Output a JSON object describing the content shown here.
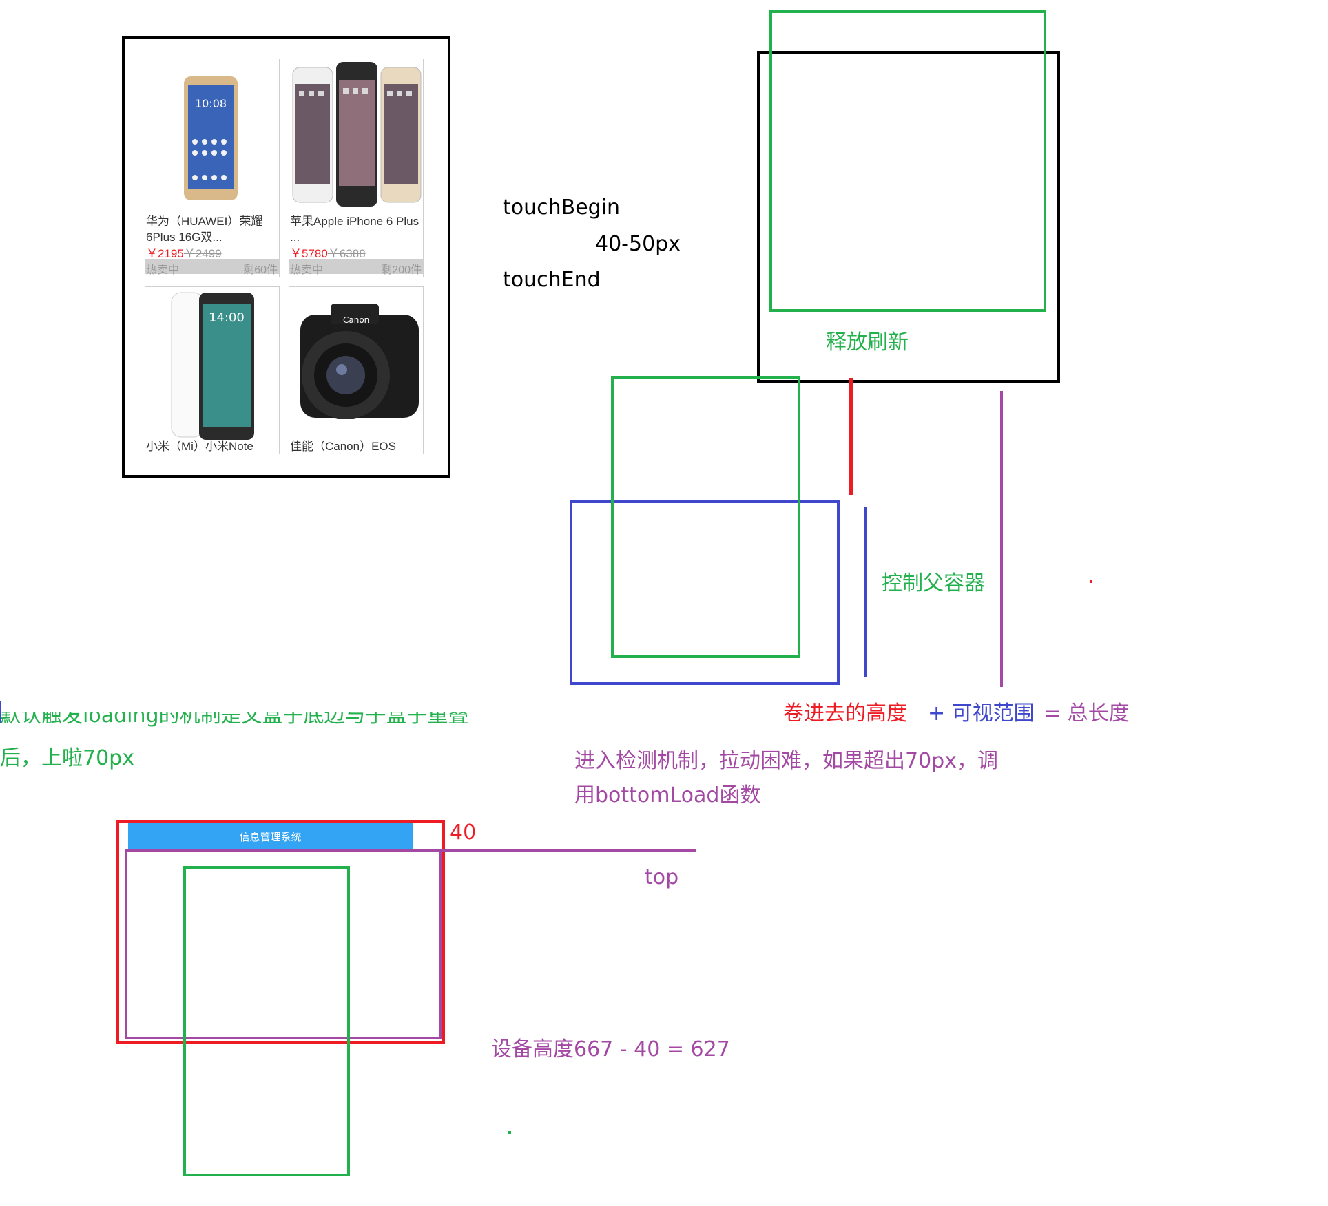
{
  "phone": {
    "products": [
      {
        "name": "华为（HUAWEI）荣耀6Plus 16G双...",
        "price": "￥2195",
        "old_price": "￥2499",
        "status": "热卖中",
        "stock": "剩60件"
      },
      {
        "name": "苹果Apple iPhone 6 Plus ...",
        "price": "￥5780",
        "old_price": "￥6388",
        "status": "热卖中",
        "stock": "剩200件"
      },
      {
        "name": "小米（Mi）小米Note",
        "price": "",
        "old_price": "",
        "status": "",
        "stock": ""
      },
      {
        "name": "佳能（Canon）EOS",
        "price": "",
        "old_price": "",
        "status": "",
        "stock": ""
      }
    ]
  },
  "labels": {
    "touch_begin": "touchBegin",
    "threshold": "40-50px",
    "touch_end": "touchEnd",
    "release_refresh": "释放刷新",
    "control_parent": "控制父容器",
    "scrolled_height": "卷进去的高度",
    "plus_visible": "+ 可视范围",
    "equals_total": "= 总长度",
    "loading_note_line1": "默认触发loading的机制是父盒子底边与子盒子重叠",
    "loading_note_line2": "后，上啦70px",
    "detect_line1": "进入检测机制，拉动困难，如果超出70px，调",
    "detect_line2": "用bottomLoad函数",
    "header_height": "40",
    "top": "top",
    "device_height": "设备高度667 - 40 = 627",
    "app_header": "信息管理系统"
  },
  "colors": {
    "green": "#22b14c",
    "red": "#ed1c24",
    "blue": "#3f48cc",
    "purple": "#a349a4",
    "header_blue": "#33a3f4"
  }
}
